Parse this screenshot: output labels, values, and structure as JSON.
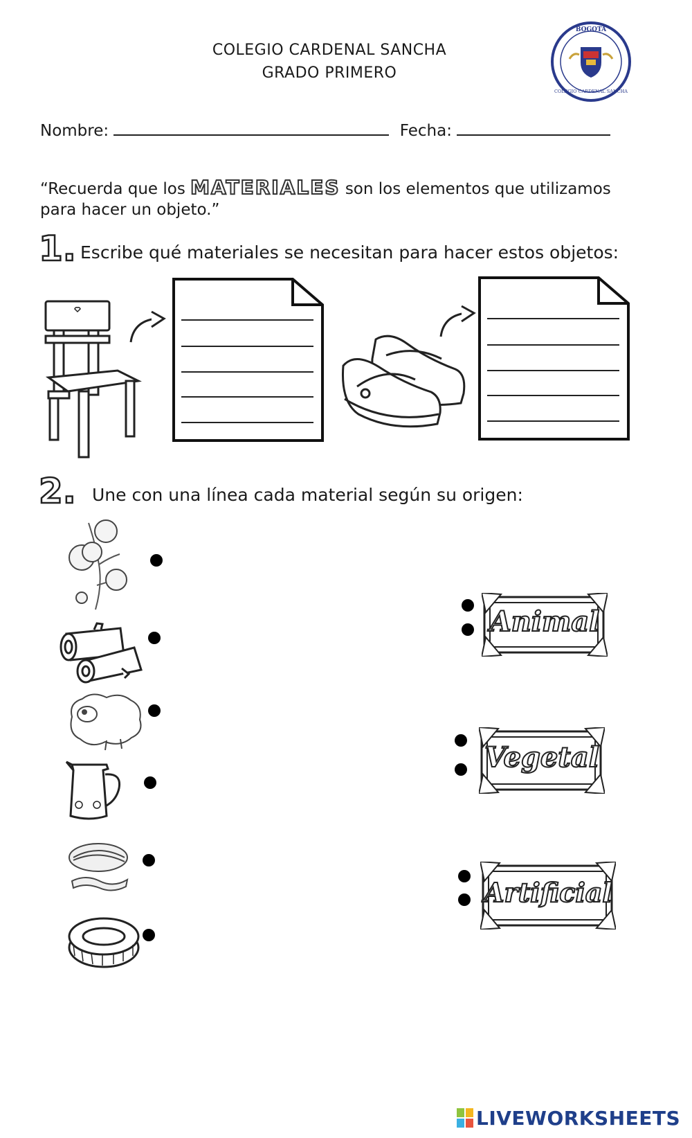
{
  "header": {
    "school": "COLEGIO CARDENAL SANCHA",
    "grade": "GRADO PRIMERO",
    "logo_top": "BOGOTÁ",
    "logo_bottom": "COLEGIO CARDENAL SANCHA"
  },
  "fields": {
    "name_label": "Nombre:",
    "date_label": "Fecha:"
  },
  "intro": {
    "before": "“Recuerda que los",
    "keyword": "MATERIALES",
    "after": "son los elementos que utilizamos",
    "line2": "para hacer un objeto.”"
  },
  "section1": {
    "number": "1.",
    "instruction": "Escribe qué materiales se necesitan para hacer estos objetos:",
    "objects": [
      "chair-icon",
      "shoes-icon"
    ]
  },
  "section2": {
    "number": "2.",
    "instruction": "Une con una línea cada material según su origen:",
    "materials": [
      "cotton-icon",
      "wood-logs-icon",
      "sheep-icon",
      "jug-icon",
      "silk-cocoon-icon",
      "tire-icon"
    ],
    "origins": [
      "Animal",
      "Vegetal",
      "Artificial"
    ]
  },
  "footer": {
    "brand": "LIVEWORKSHEETS"
  }
}
